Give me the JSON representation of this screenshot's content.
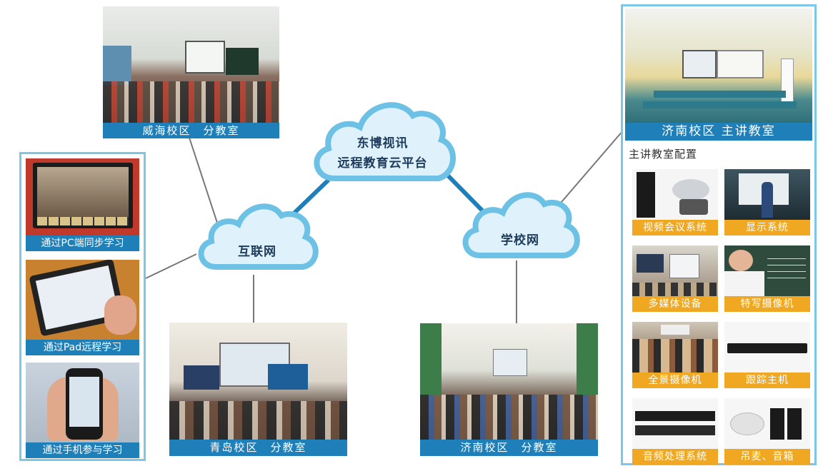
{
  "platform": {
    "line1": "东博视讯",
    "line2": "远程教育云平台"
  },
  "clouds": {
    "internet": "互联网",
    "school_net": "学校网"
  },
  "campuses": {
    "weihai": "威海校区　分教室",
    "qingdao": "青岛校区　分教室",
    "jinan_branch": "济南校区　分教室"
  },
  "left_panel": {
    "items": [
      {
        "label": "通过PC端同步学习"
      },
      {
        "label": "通过Pad远程学习"
      },
      {
        "label": "通过手机参与学习"
      }
    ]
  },
  "main_classroom": {
    "title": "济南校区  主讲教室",
    "config_heading": "主讲教室配置",
    "config_items": [
      {
        "label": "视频会议系统"
      },
      {
        "label": "显示系统"
      },
      {
        "label": "多媒体设备"
      },
      {
        "label": "特写摄像机"
      },
      {
        "label": "全景摄像机"
      },
      {
        "label": "跟踪主机"
      },
      {
        "label": "音频处理系统"
      },
      {
        "label": "吊麦、音箱"
      }
    ]
  },
  "colors": {
    "accent_blue": "#1f7fb8",
    "panel_border": "#7cc6e6",
    "label_orange": "#f0a823",
    "cloud_fill": "#dff1fa",
    "cloud_edge": "#6cc1e5"
  }
}
